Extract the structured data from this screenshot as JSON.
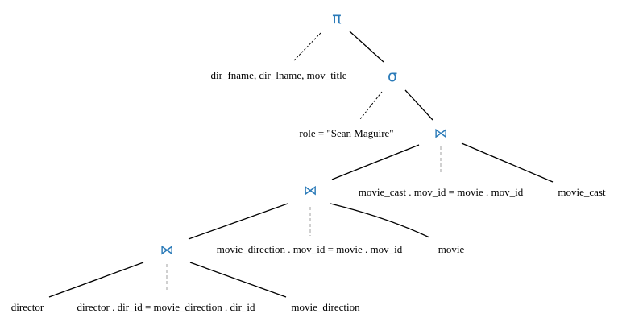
{
  "tree": {
    "projection": {
      "symbol": "π",
      "attributes": "dir_fname, dir_lname, mov_title"
    },
    "selection": {
      "symbol": "σ",
      "condition": "role = \"Sean Maguire\""
    },
    "join_top": {
      "symbol": "⋈",
      "condition": "movie_cast . mov_id = movie . mov_id",
      "relation": "movie_cast"
    },
    "join_middle": {
      "symbol": "⋈",
      "condition": "movie_direction . mov_id = movie . mov_id",
      "relation": "movie"
    },
    "join_bottom": {
      "symbol": "⋈",
      "condition": "director . dir_id = movie_direction . dir_id",
      "left_relation": "director",
      "right_relation": "movie_direction"
    }
  },
  "colors": {
    "operator": "#2a7ab8",
    "text": "#000000",
    "edge": "#000000",
    "condition_link": "#a0a0a0"
  }
}
